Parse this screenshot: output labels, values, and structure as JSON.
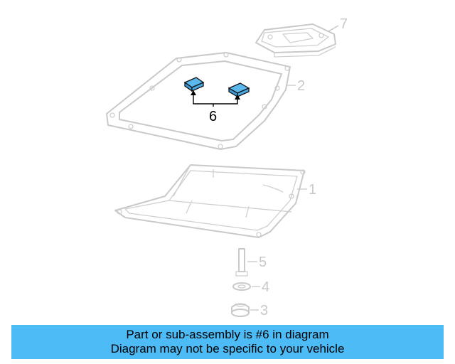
{
  "callouts": {
    "c1": "1",
    "c2": "2",
    "c3": "3",
    "c4": "4",
    "c5": "5",
    "c6": "6",
    "c7": "7"
  },
  "banner": {
    "line1": "Part or sub-assembly is #6 in diagram",
    "line2": "Diagram may not be specific to your vehicle"
  },
  "colors": {
    "highlight_part": "#5bb8ec",
    "banner": "#4dbbf5",
    "ghost_lines": "#c9c9c9"
  }
}
